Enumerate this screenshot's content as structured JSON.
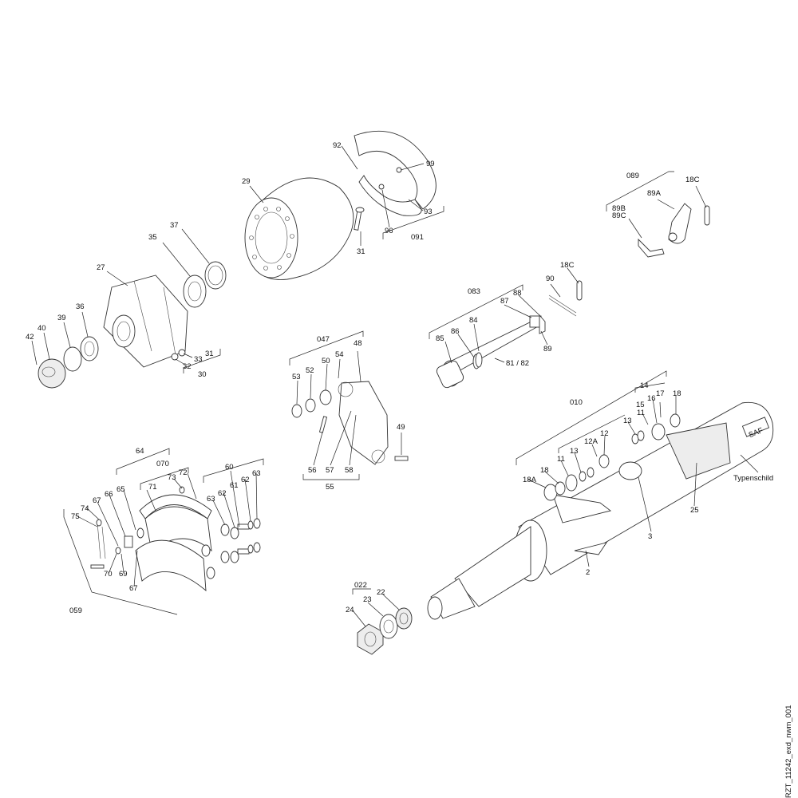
{
  "doc_id": "RZT_11242_exd_nwm_001",
  "labels": {
    "l92": "92",
    "l99": "99",
    "l93": "93",
    "l96": "96",
    "l091": "091",
    "l31a": "31",
    "l29": "29",
    "l37": "37",
    "l35": "35",
    "l27": "27",
    "l39": "39",
    "l36": "36",
    "l40": "40",
    "l42": "42",
    "l33": "33",
    "l31b": "31",
    "l32": "32",
    "l30": "30",
    "l089": "089",
    "l18Ca": "18C",
    "l89A": "89A",
    "l89B": "89B",
    "l89C": "89C",
    "l083": "083",
    "l18Cb": "18C",
    "l90": "90",
    "l88": "88",
    "l87": "87",
    "l84": "84",
    "l86": "86",
    "l85": "85",
    "l89": "89",
    "l8182": "81 / 82",
    "l047": "047",
    "l48": "48",
    "l54": "54",
    "l50": "50",
    "l52": "52",
    "l53": "53",
    "l49": "49",
    "l56": "56",
    "l57": "57",
    "l58": "58",
    "l55": "55",
    "l010": "010",
    "l14": "14",
    "l15": "15",
    "l16": "16",
    "l17": "17",
    "l18a": "18",
    "l11a": "11",
    "l13a": "13",
    "l12": "12",
    "l12A": "12A",
    "l13b": "13",
    "l11b": "11",
    "l18b": "18",
    "l18A": "18A",
    "l3": "3",
    "l25": "25",
    "l2": "2",
    "typ": "Typenschild",
    "saf": "SAF",
    "l64": "64",
    "l070": "070",
    "l73": "73",
    "l72": "72",
    "l71": "71",
    "l60": "60",
    "l61": "61",
    "l62a": "62",
    "l63a": "63",
    "l62b": "62",
    "l63b": "63",
    "l65": "65",
    "l66": "66",
    "l67a": "67",
    "l74": "74",
    "l75": "75",
    "l70": "70",
    "l69": "69",
    "l67b": "67",
    "l059": "059",
    "l022": "022",
    "l23": "23",
    "l22": "22",
    "l24": "24"
  }
}
